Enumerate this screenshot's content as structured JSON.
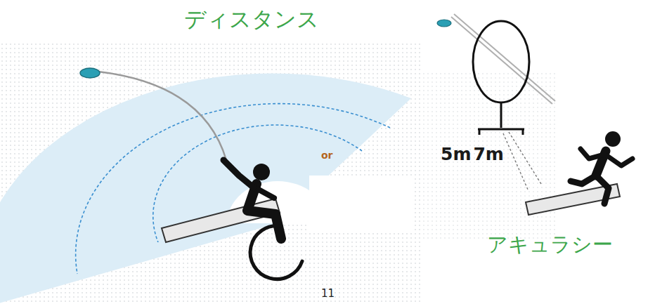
{
  "diagram": {
    "labels": [
      "ディスタンス",
      "5m",
      "or",
      "7m",
      "アキュラシー",
      "11"
    ]
  }
}
